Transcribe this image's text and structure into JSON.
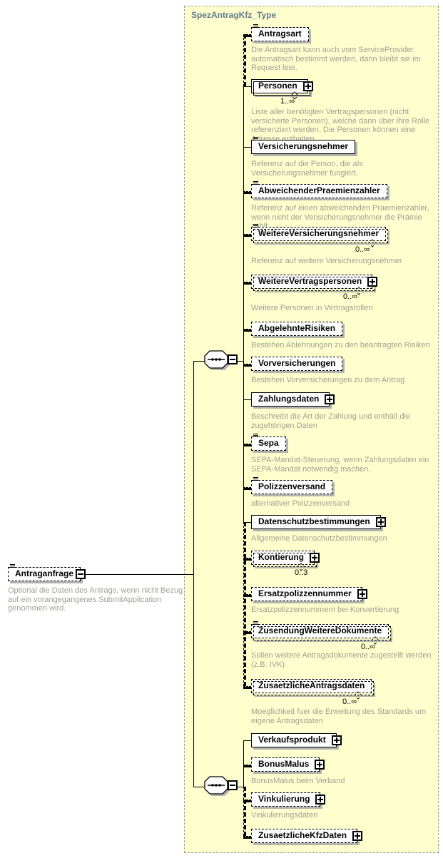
{
  "diagram": {
    "kind": "xml-schema-diagram",
    "compositor_type": "sequence"
  },
  "root": {
    "name": "Antraganfrage",
    "desc": "Optional die Daten des Antrags, wenn nicht Bezug auf ein vorangegangenes SubmitApplication genommen wird.",
    "optional": true,
    "collapse_icon": "minus"
  },
  "panel": {
    "title": "SpezAntragKfz_Type",
    "elements": [
      {
        "name": "Antragsart",
        "optional": true,
        "annotated": true,
        "expandable": false,
        "multiple": false,
        "cardinality": "",
        "desc": "Die Antragsart kann auch vom ServiceProvider automatisch bestimmt werden, dann bleibt sie im Request leer."
      },
      {
        "name": "Personen",
        "optional": false,
        "annotated": false,
        "expandable": true,
        "multiple": true,
        "cardinality": "1..∞",
        "desc": "Liste aller benötigten Vertragspersonen (nicht versicherte Personen), welche dann über ihre Rolle referenziert werden. Die Personen können eine Adresse enthalten."
      },
      {
        "name": "Versicherungsnehmer",
        "optional": false,
        "annotated": true,
        "expandable": false,
        "multiple": false,
        "cardinality": "",
        "desc": "Referenz auf die Person, die als Versicherungsnehmer fungiert."
      },
      {
        "name": "AbweichenderPraemienzahler",
        "optional": true,
        "annotated": true,
        "expandable": false,
        "multiple": false,
        "cardinality": "",
        "desc": "Referenz auf einen abweichenden Praemienzahler, wenn nicht der Verisicherungsnehmer die Prämie zahlt"
      },
      {
        "name": "WeitereVersicherungsnehmer",
        "optional": true,
        "annotated": true,
        "expandable": false,
        "multiple": true,
        "cardinality": "0..∞",
        "desc": "Referenz auf weitere Versicherungsnehmer"
      },
      {
        "name": "WeitereVertragspersonen",
        "optional": true,
        "annotated": false,
        "expandable": true,
        "multiple": true,
        "cardinality": "0..∞",
        "desc": "Weitere Personen in Vertragsrollen"
      },
      {
        "name": "AbgelehnteRisiken",
        "optional": true,
        "annotated": false,
        "expandable": false,
        "multiple": false,
        "cardinality": "",
        "desc": "Bestehen Ablehnungen zu den beantragten Risiken"
      },
      {
        "name": "Vorversicherungen",
        "optional": true,
        "annotated": false,
        "expandable": false,
        "multiple": false,
        "cardinality": "",
        "desc": "Bestehen Vorversicherungen zu dem Antrag"
      },
      {
        "name": "Zahlungsdaten",
        "optional": false,
        "annotated": false,
        "expandable": true,
        "multiple": false,
        "cardinality": "",
        "desc": "Beschreibt die Art der Zahlung und enthält die zugehörigen Daten"
      },
      {
        "name": "Sepa",
        "optional": true,
        "annotated": true,
        "expandable": false,
        "multiple": false,
        "cardinality": "",
        "desc": "SEPA-Mandat-Steuerung, wenn Zahlungsdaten ein SEPA-Mandat notwendig machen."
      },
      {
        "name": "Polizzenversand",
        "optional": true,
        "annotated": true,
        "expandable": false,
        "multiple": false,
        "cardinality": "",
        "desc": "alternativer Polizzenversand"
      },
      {
        "name": "Datenschutzbestimmungen",
        "optional": false,
        "annotated": false,
        "expandable": true,
        "multiple": false,
        "cardinality": "",
        "desc": "Allgemeine Datenschutzbestimmungen"
      },
      {
        "name": "Kontierung",
        "optional": true,
        "annotated": false,
        "expandable": true,
        "multiple": true,
        "cardinality": "0..3",
        "desc": ""
      },
      {
        "name": "Ersatzpolizzennummer",
        "optional": true,
        "annotated": false,
        "expandable": true,
        "multiple": false,
        "cardinality": "",
        "desc": "Ersatzpolizzennummern bei Konvertierung"
      },
      {
        "name": "ZusendungWeitereDokumente",
        "optional": true,
        "annotated": true,
        "expandable": false,
        "multiple": true,
        "cardinality": "0..∞",
        "desc": "Sollen weitere Antragsdokumente zugestellt werden (z.B. IVK)"
      },
      {
        "name": "ZusaetzlicheAntragsdaten",
        "optional": true,
        "annotated": false,
        "expandable": false,
        "multiple": true,
        "cardinality": "0..∞",
        "desc": "Moeglichkeit fuer die Erweitung des Standards um eigene Antragsdaten"
      },
      {
        "name": "Verkaufsprodukt",
        "optional": false,
        "annotated": false,
        "expandable": true,
        "multiple": false,
        "cardinality": "",
        "desc": ""
      },
      {
        "name": "BonusMalus",
        "optional": true,
        "annotated": false,
        "expandable": true,
        "multiple": false,
        "cardinality": "",
        "desc": "BonusMalus beim Verband"
      },
      {
        "name": "Vinkulierung",
        "optional": true,
        "annotated": false,
        "expandable": true,
        "multiple": false,
        "cardinality": "",
        "desc": "Vinkulierungsdaten"
      },
      {
        "name": "ZusaetzlicheKfzDaten",
        "optional": true,
        "annotated": false,
        "expandable": true,
        "multiple": false,
        "cardinality": "",
        "desc": ""
      }
    ]
  },
  "colors": {
    "panel_background": "#ffffcd",
    "panel_border": "#9b9b9b",
    "panel_title": "#5f7a8d",
    "box_background": "#ffffff",
    "box_border": "#000000",
    "description_text": "#9f9f97",
    "shadow": "#b3b3b0"
  }
}
